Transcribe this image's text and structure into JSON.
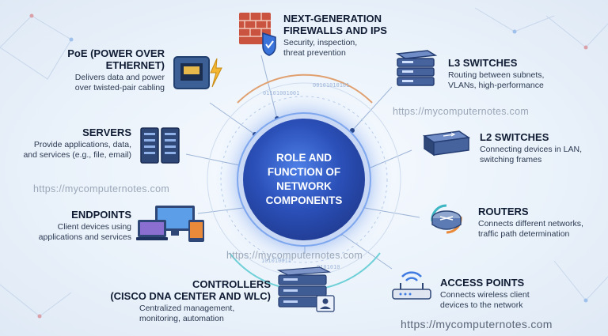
{
  "hub": {
    "line1": "ROLE AND",
    "line2": "FUNCTION OF",
    "line3": "NETWORK",
    "line4": "COMPONENTS"
  },
  "components": {
    "firewalls": {
      "title1": "NEXT-GENERATION",
      "title2": "FIREWALLS AND IPS",
      "desc1": "Security, inspection,",
      "desc2": "threat prevention"
    },
    "poe": {
      "title1": "PoE (POWER OVER",
      "title2": "ETHERNET)",
      "desc1": "Delivers data and power",
      "desc2": "over twisted-pair cabling"
    },
    "l3": {
      "title1": "L3 SWITCHES",
      "desc1": "Routing between subnets,",
      "desc2": "VLANs, high-performance"
    },
    "servers": {
      "title1": "SERVERS",
      "desc1": "Provide applications, data,",
      "desc2": "and services (e.g., file, email)"
    },
    "l2": {
      "title1": "L2 SWITCHES",
      "desc1": "Connecting devices in LAN,",
      "desc2": "switching frames"
    },
    "endpoints": {
      "title1": "ENDPOINTS",
      "desc1": "Client devices using",
      "desc2": "applications and services"
    },
    "routers": {
      "title1": "ROUTERS",
      "desc1": "Connects different networks,",
      "desc2": "traffic path determination"
    },
    "controllers": {
      "title1": "CONTROLLERS",
      "title2": "(CISCO DNA CENTER AND WLC)",
      "desc1": "Centralized management,",
      "desc2": "monitoring, automation"
    },
    "ap": {
      "title1": "ACCESS POINTS",
      "desc1": "Connects wireless client",
      "desc2": "devices to the network"
    }
  },
  "watermarks": {
    "top_right": "https://mycomputernotes.com",
    "left": "https://mycomputernotes.com",
    "center": "https://mycomputernotes.com",
    "bottom_right": "https://mycomputernotes.com"
  },
  "colors": {
    "hub": "#2a4fb7",
    "accent": "#3f7be0",
    "title": "#0f1c33"
  }
}
